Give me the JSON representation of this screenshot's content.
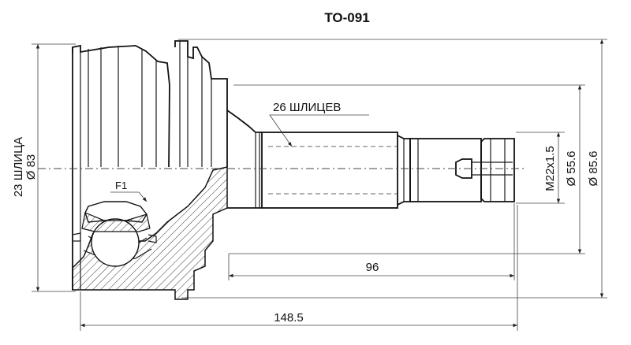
{
  "title": "TO-091",
  "labels": {
    "splines_outer": "26 ШЛИЦЕВ",
    "splines_inner": "23 ШЛИЦА",
    "diameter_bell": "Ø 83",
    "thread": "M22x1.5",
    "diameter_seal": "Ø 55.6",
    "diameter_abs": "Ø 85.6",
    "length_shaft": "96",
    "length_total": "148.5",
    "f1": "F1"
  }
}
